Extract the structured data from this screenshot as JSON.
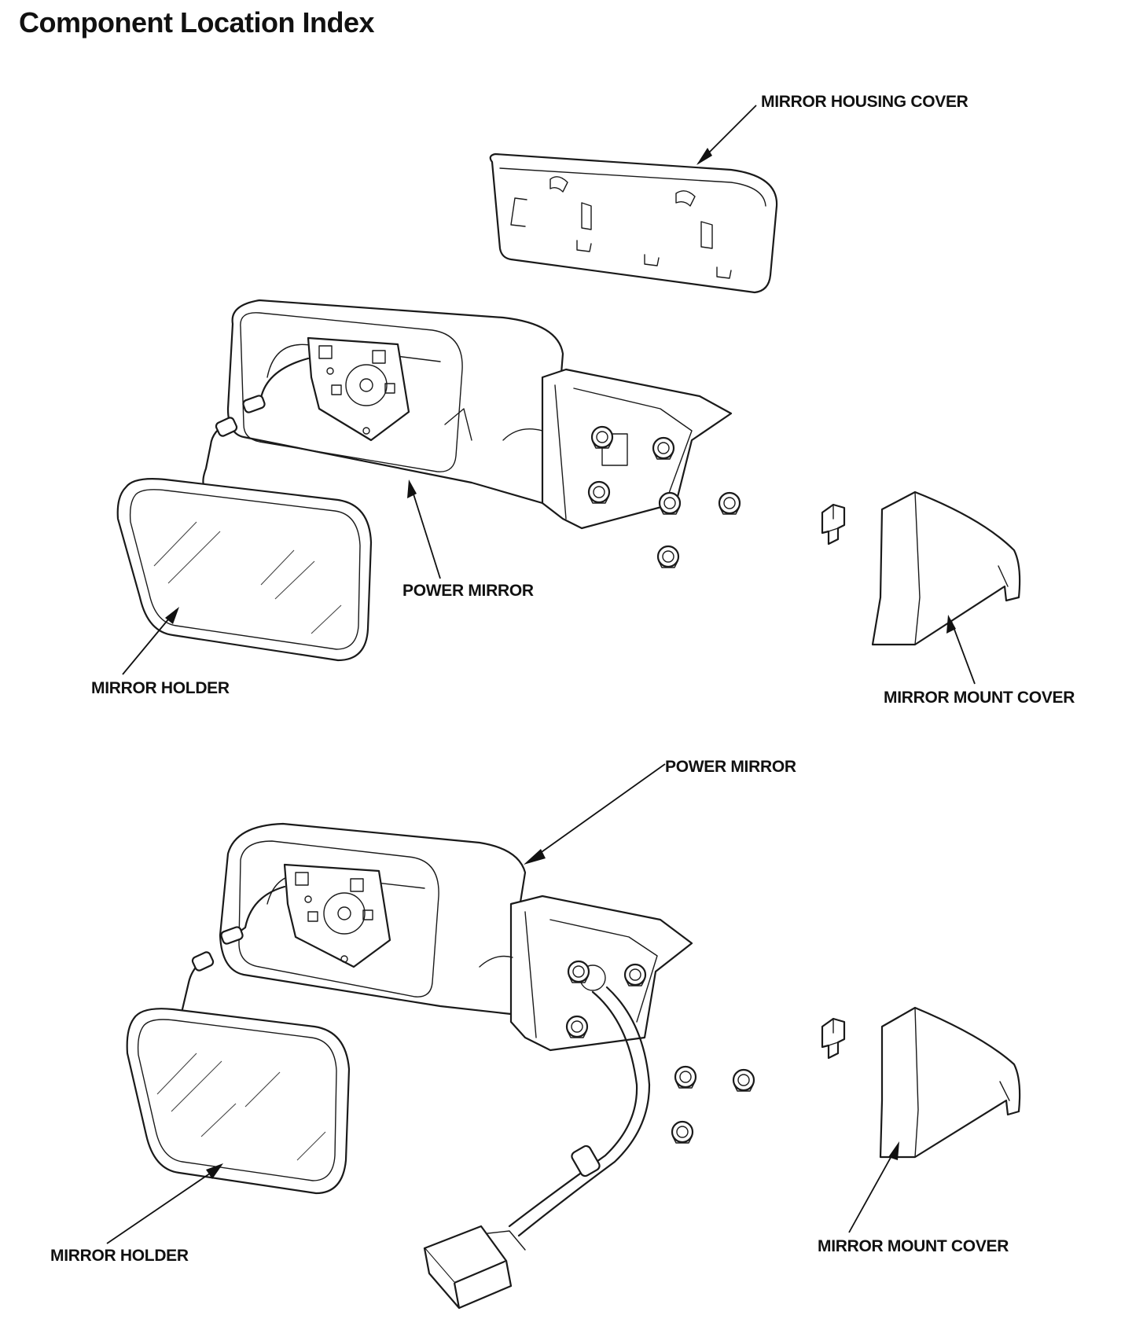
{
  "page": {
    "title": "Component Location Index"
  },
  "diagram_top": {
    "labels": {
      "mirror_housing_cover": "MIRROR HOUSING COVER",
      "power_mirror": "POWER MIRROR",
      "mirror_holder": "MIRROR HOLDER",
      "mirror_mount_cover": "MIRROR MOUNT COVER"
    }
  },
  "diagram_bottom": {
    "labels": {
      "power_mirror": "POWER MIRROR",
      "mirror_holder": "MIRROR HOLDER",
      "mirror_mount_cover": "MIRROR MOUNT COVER"
    }
  }
}
